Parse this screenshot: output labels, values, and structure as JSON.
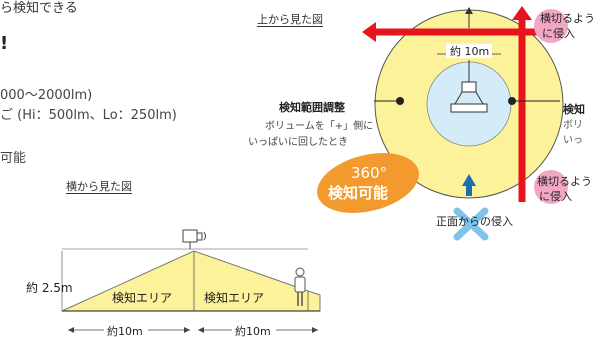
{
  "left_text": {
    "top_line": "ら検知できる",
    "big_char": "!",
    "spec_line1": "000〜2000lm)",
    "spec_line2": "ご (Hi：500lm、Lo：250lm)",
    "spec_line3": "可能"
  },
  "side_view": {
    "title": "横から見た図",
    "height_label": "約 2.5m",
    "zone_left": "検知エリア",
    "zone_right": "検知エリア",
    "dist_left": "約10m",
    "dist_right": "約10m"
  },
  "top_view": {
    "title": "上から見た図",
    "inner_dist": "約 10m",
    "badge_line1": "360°",
    "badge_line2": "検知可能",
    "adjust_title": "検知範囲調整",
    "adjust_line1": "ボリュームを「+」側に",
    "adjust_line2": "いっぱいに回したとき",
    "cross_top_line1": "横切るよう",
    "cross_top_line2": "に侵入",
    "cross_bottom_line1": "横切るよう",
    "cross_bottom_line2": "に侵入",
    "front_entry": "正面からの侵入",
    "right_cut1": "検知",
    "right_cut2": "ボリ",
    "right_cut3": "いっ"
  },
  "colors": {
    "detect_yellow": "#fbf29a",
    "inner_blue": "#d4ecf7",
    "arrow_red": "#e5141d",
    "badge_orange": "#f29a2e",
    "pink": "#f3a7c6",
    "front_blue": "#1a6fb4",
    "cross_blue": "#7fc2ea"
  }
}
